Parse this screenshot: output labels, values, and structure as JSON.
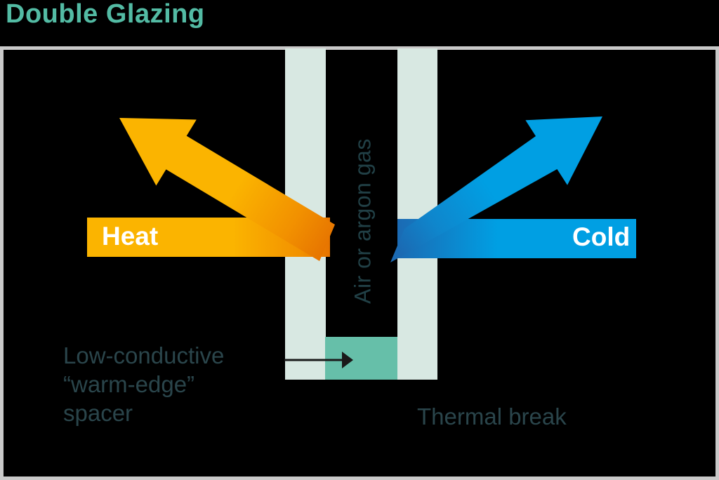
{
  "title": "Double Glazing",
  "labels": {
    "heat": "Heat",
    "cold": "Cold",
    "gas": "Air or argon gas",
    "spacer_lines": [
      "Low-conductive",
      "“warm-edge”",
      "spacer"
    ],
    "thermal_break": "Thermal break"
  },
  "colors": {
    "background": "#000000",
    "title_teal": "#53BBA4",
    "frame_border": "#C9C9C9",
    "glass_pane": "#D8E8E2",
    "spacer_teal": "#66BFA9",
    "heat_yellow": "#FBB400",
    "heat_orange_mid": "#F29100",
    "heat_orange_deep": "#E67300",
    "cold_blue": "#009FE3",
    "cold_blue_mid": "#0F86CC",
    "cold_blue_deep": "#1B6AB3",
    "dark_text": "#2A454B",
    "gas_text": "#214046",
    "pointer_black": "#1A1A1A",
    "arrow_label_white": "#FFFFFF"
  }
}
